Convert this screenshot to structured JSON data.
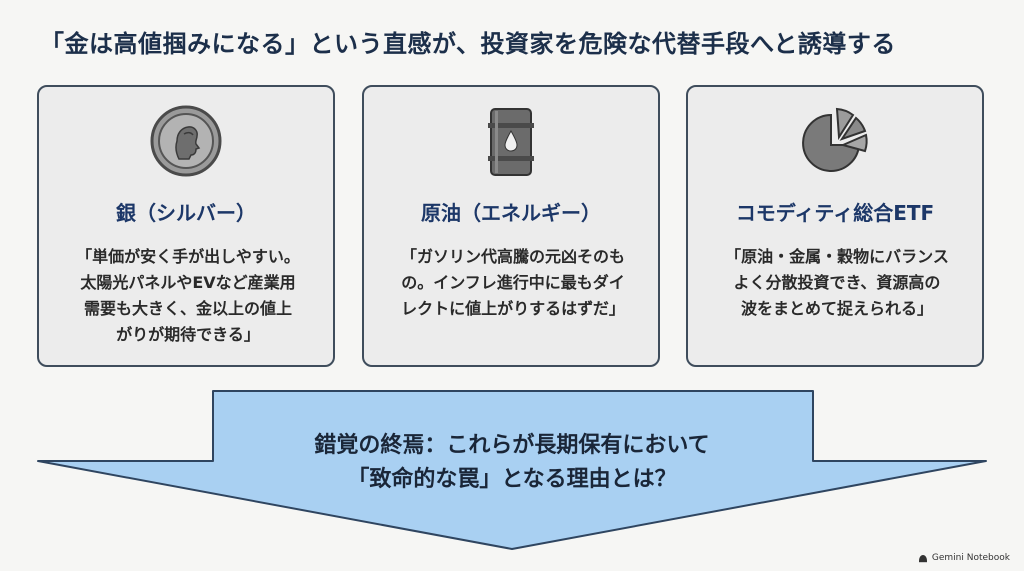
{
  "title": "「金は高値掴みになる」という直感が、投資家を危険な代替手段へと誘導する",
  "cards": [
    {
      "icon": "coin-icon",
      "heading": "銀（シルバー）",
      "quote_lines": [
        "「単価が安く手が出しやすい。",
        "太陽光パネルやEVなど産業用",
        "需要も大きく、金以上の値上",
        "がりが期待できる」"
      ]
    },
    {
      "icon": "oil-barrel-icon",
      "heading": "原油（エネルギー）",
      "quote_lines": [
        "「ガソリン代高騰の元凶そのも",
        "の。インフレ進行中に最もダイ",
        "レクトに値上がりするはずだ」"
      ]
    },
    {
      "icon": "pie-chart-icon",
      "heading": "コモディティ総合ETF",
      "quote_lines": [
        "「原油・金属・穀物にバランス",
        "よく分散投資でき、資源高の",
        "波をまとめて捉えられる」"
      ]
    }
  ],
  "arrow": {
    "line1": "錯覚の終焉：これらが長期保有において",
    "line2": "「致命的な罠」となる理由とは？",
    "fill_color": "#a9d0f2",
    "stroke_color": "#2f4560"
  },
  "colors": {
    "card_background": "#ececec",
    "card_border": "#3f4d5c",
    "heading_color": "#1c3768"
  },
  "watermark": {
    "text": "Gemini Notebook",
    "icon": "notebook-logo-icon"
  }
}
